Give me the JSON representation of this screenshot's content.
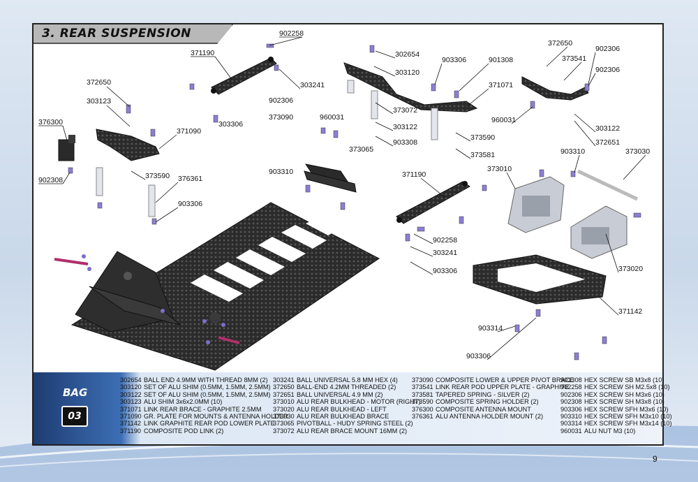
{
  "section_title": "3. REAR SUSPENSION",
  "bag": {
    "label": "BAG",
    "number": "03"
  },
  "page_number": "9",
  "callouts": [
    "902258",
    "371190",
    "303241",
    "902306",
    "960031",
    "303306",
    "372650",
    "303123",
    "371090",
    "376300",
    "902308",
    "373590",
    "376361",
    "903306",
    "373090",
    "373065",
    "903310",
    "302654",
    "303120",
    "373072",
    "303122",
    "903308",
    "903306",
    "901308",
    "371071",
    "373590",
    "373581",
    "372650",
    "373541",
    "902306",
    "902306",
    "960031",
    "303122",
    "372651",
    "371190",
    "902258",
    "303241",
    "903306",
    "903310",
    "373030",
    "373010",
    "373020",
    "371142",
    "903314",
    "903306"
  ],
  "parts_list": {
    "col1": [
      {
        "code": "302654",
        "desc": "BALL END 4.9MM WITH THREAD 8MM (2)"
      },
      {
        "code": "303120",
        "desc": "SET OF ALU SHIM (0.5MM, 1.5MM, 2.5MM)"
      },
      {
        "code": "303122",
        "desc": "SET OF ALU SHIM (0.5MM, 1.5MM, 2.5MM)"
      },
      {
        "code": "303123",
        "desc": "ALU SHIM 3x6x2.0MM (10)"
      },
      {
        "code": "371071",
        "desc": "LINK REAR BRACE - GRAPHITE 2.5MM"
      },
      {
        "code": "371090",
        "desc": "GR. PLATE FOR MOUNTS & ANTENNA HOLDER"
      },
      {
        "code": "371142",
        "desc": "LINK GRAPHITE REAR POD LOWER PLATE"
      },
      {
        "code": "371190",
        "desc": "COMPOSITE POD LINK (2)"
      }
    ],
    "col2": [
      {
        "code": "303241",
        "desc": "BALL UNIVERSAL 5.8 MM HEX (4)"
      },
      {
        "code": "372650",
        "desc": "BALL-END 4.2MM THREADED (2)"
      },
      {
        "code": "372651",
        "desc": "BALL UNIVERSAL 4.9 MM (2)"
      },
      {
        "code": "373010",
        "desc": "ALU REAR BULKHEAD - MOTOR (RIGHT)"
      },
      {
        "code": "373020",
        "desc": "ALU REAR BULKHEAD - LEFT"
      },
      {
        "code": "373030",
        "desc": "ALU REAR BULKHEAD BRACE"
      },
      {
        "code": "373065",
        "desc": "PIVOTBALL - HUDY SPRING STEEL (2)"
      },
      {
        "code": "373072",
        "desc": "ALU REAR BRACE MOUNT 16MM (2)"
      }
    ],
    "col3": [
      {
        "code": "373090",
        "desc": "COMPOSITE LOWER & UPPER PIVOT BRACE"
      },
      {
        "code": "373541",
        "desc": "LINK REAR POD UPPER PLATE - GRAPHITE"
      },
      {
        "code": "373581",
        "desc": "TAPERED SPRING - SILVER (2)"
      },
      {
        "code": "373590",
        "desc": "COMPOSITE SPRING HOLDER (2)"
      },
      {
        "code": "376300",
        "desc": "COMPOSITE ANTENNA MOUNT"
      },
      {
        "code": "376361",
        "desc": "ALU ANTENNA HOLDER MOUNT (2)"
      }
    ],
    "col4": [
      {
        "code": "901308",
        "desc": "HEX SCREW SB M3x8  (10)"
      },
      {
        "code": "902258",
        "desc": "HEX SCREW SH M2.5x8  (10)"
      },
      {
        "code": "902306",
        "desc": "HEX SCREW SH M3x6  (10)"
      },
      {
        "code": "902308",
        "desc": "HEX SCREW SH M3x8  (10)"
      },
      {
        "code": "903306",
        "desc": "HEX SCREW SFH M3x6  (10)"
      },
      {
        "code": "903310",
        "desc": "HEX SCREW SFH M3x10  (10)"
      },
      {
        "code": "903314",
        "desc": "HEX SCREW SFH M3x14  (10)"
      },
      {
        "code": "960031",
        "desc": "ALU NUT M3  (10)"
      }
    ]
  }
}
